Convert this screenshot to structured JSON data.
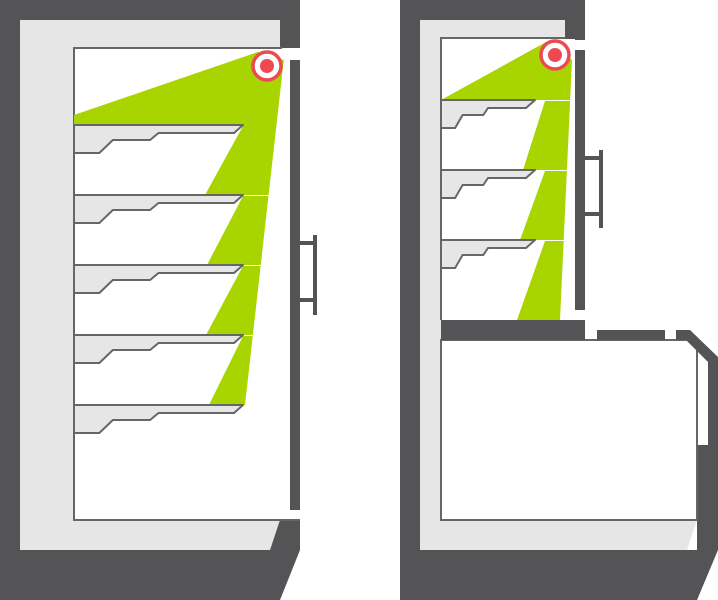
{
  "colors": {
    "cabinet": "#545456",
    "interior": "#e6e6e6",
    "compartment": "#ffffff",
    "outline": "#666666",
    "light_cone": "#a8d400",
    "sensor": "#ec4a50"
  },
  "figures": [
    {
      "name": "single-door-fridge",
      "shelves": 5,
      "icon": "light-sensor-icon"
    },
    {
      "name": "fridge-with-lower-compartment",
      "shelves": 3,
      "icon": "light-sensor-icon"
    }
  ]
}
